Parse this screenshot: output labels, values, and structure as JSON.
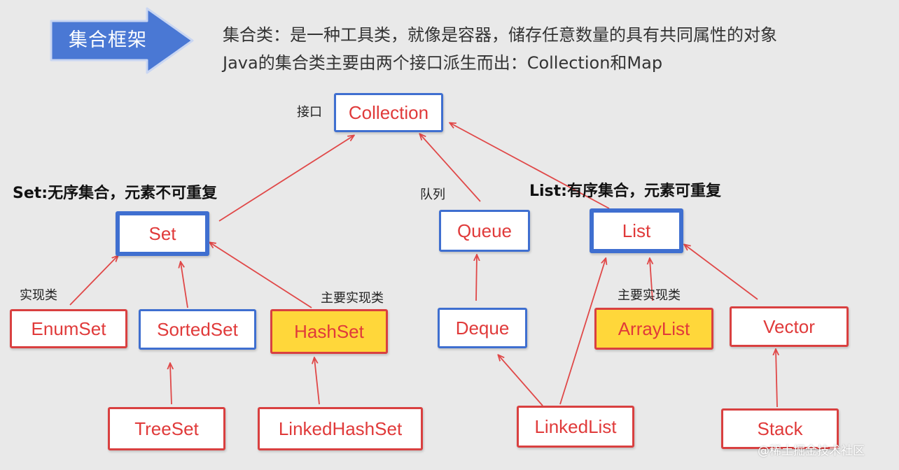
{
  "banner": {
    "title": "集合框架"
  },
  "description": {
    "line1": "集合类：是一种工具类，就像是容器，储存任意数量的具有共同属性的对象",
    "line2": "Java的集合类主要由两个接口派生而出：Collection和Map"
  },
  "labels": {
    "interface": "接口",
    "queue": "队列",
    "set_heading": "Set:无序集合，元素不可重复",
    "list_heading": "List:有序集合，元素可重复",
    "impl_class": "实现类",
    "main_impl_set": "主要实现类",
    "main_impl_list": "主要实现类"
  },
  "nodes": {
    "collection": "Collection",
    "set": "Set",
    "queue": "Queue",
    "list": "List",
    "enumset": "EnumSet",
    "sortedset": "SortedSet",
    "hashset": "HashSet",
    "deque": "Deque",
    "arraylist": "ArrayList",
    "vector": "Vector",
    "treeset": "TreeSet",
    "linkedhashset": "LinkedHashSet",
    "linkedlist": "LinkedList",
    "stack": "Stack"
  },
  "colors": {
    "interface_border": "#3f6fd0",
    "impl_border": "#d94040",
    "main_impl_fill": "#ffd73a",
    "arrow": "#e04848",
    "node_text": "#e03a3a",
    "banner_fill": "#4a78d4"
  },
  "watermark": "@稀土掘金技术社区"
}
